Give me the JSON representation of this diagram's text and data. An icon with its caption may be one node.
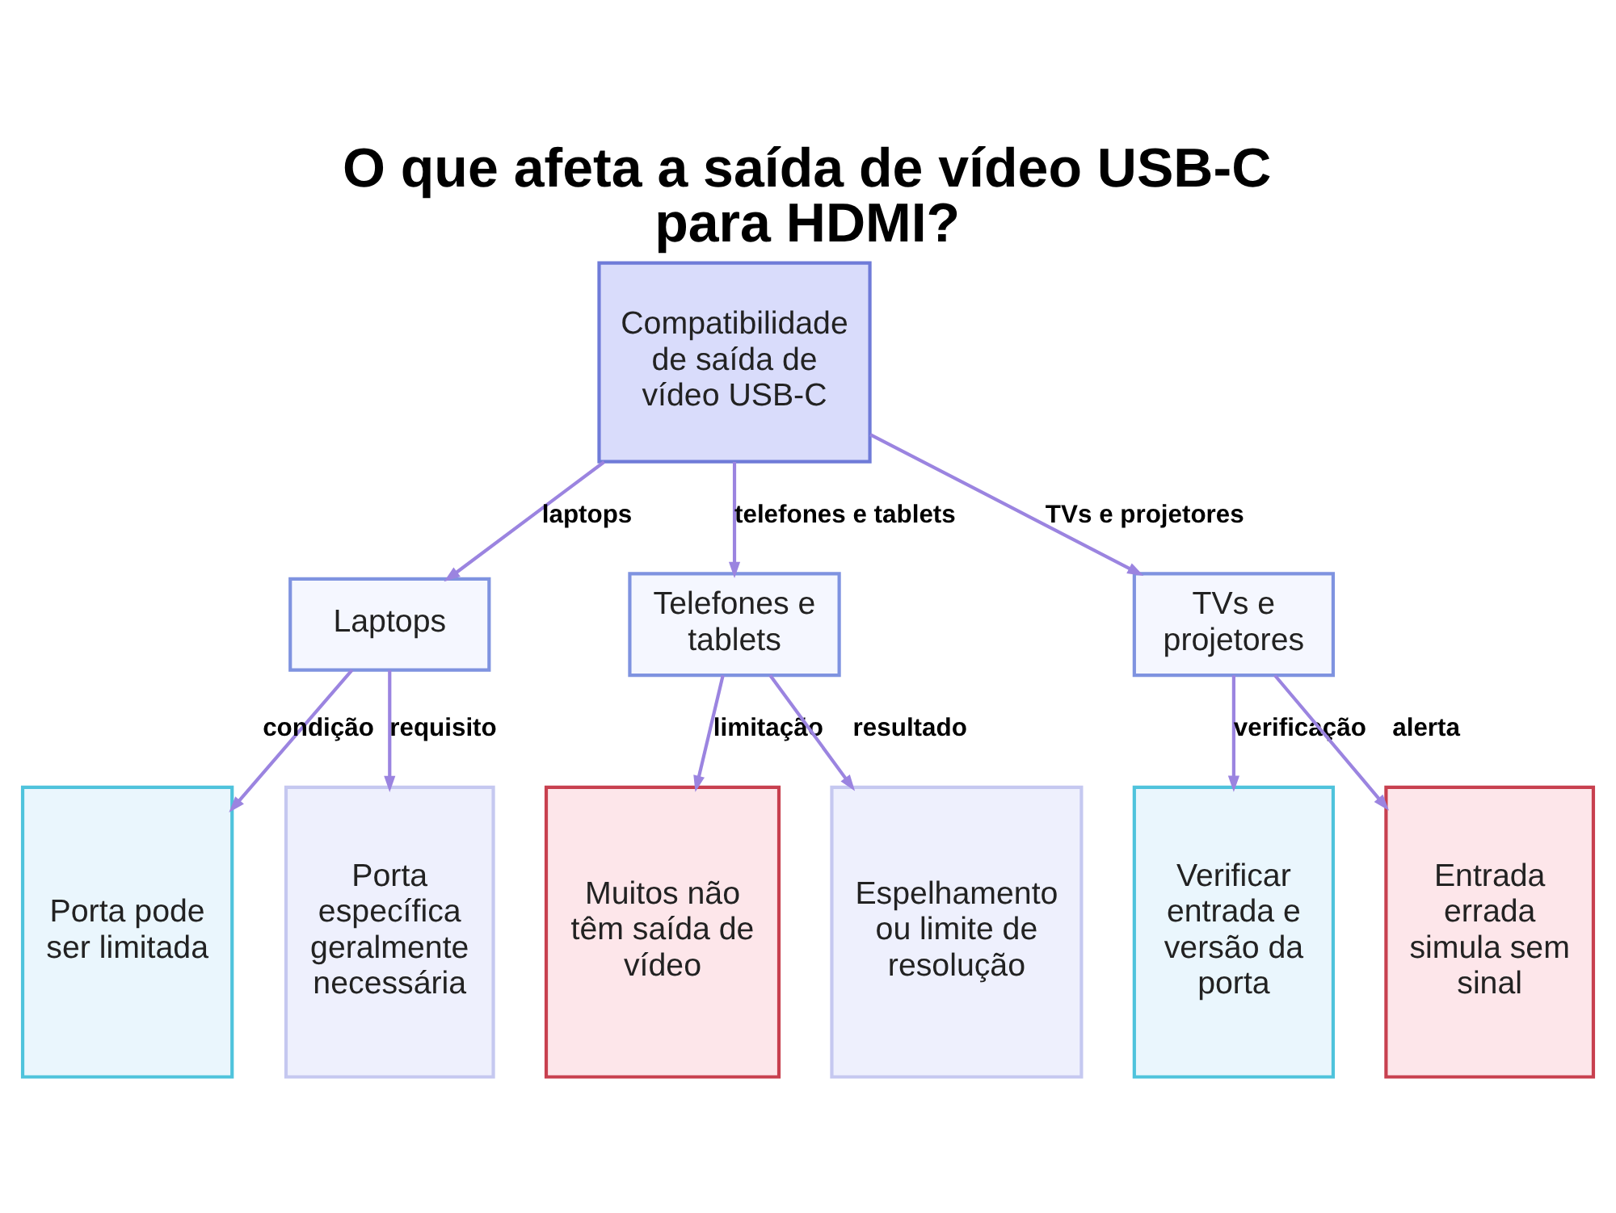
{
  "diagram": {
    "title": "O que afeta a saída de vídeo USB-C para HDMI?",
    "nodes": [
      {
        "text": [
          "Compatibilidade de saída de vídeo USB-C"
        ]
      },
      {
        "text": [
          "Laptops"
        ]
      },
      {
        "text": [
          "Telefones e tablets"
        ]
      },
      {
        "text": [
          "TVs e projetores"
        ]
      },
      {
        "text": [
          "Porta pode ser limitada"
        ]
      },
      {
        "text": [
          "Porta específica geralmente necessária"
        ]
      },
      {
        "text": [
          "Muitos não têm saída de vídeo"
        ]
      },
      {
        "text": [
          "Espelhamento ou limite de resolução"
        ]
      },
      {
        "text": [
          "Verificar entrada e versão da porta"
        ]
      },
      {
        "text": [
          "Entrada errada simula sem sinal"
        ]
      }
    ],
    "edges": [
      {
        "from": 0,
        "to": 1,
        "arrow": "to",
        "label": "laptops"
      },
      {
        "from": 0,
        "to": 2,
        "arrow": "to",
        "label": "telefones e tablets"
      },
      {
        "from": 0,
        "to": 3,
        "arrow": "to",
        "label": "TVs e projetores"
      },
      {
        "from": 1,
        "to": 4,
        "arrow": "to",
        "label": "condição"
      },
      {
        "from": 1,
        "to": 5,
        "arrow": "to",
        "label": "requisito"
      },
      {
        "from": 2,
        "to": 6,
        "arrow": "to",
        "label": "limitação"
      },
      {
        "from": 2,
        "to": 7,
        "arrow": "to",
        "label": "resultado"
      },
      {
        "from": 3,
        "to": 8,
        "arrow": "to",
        "label": "verificação"
      },
      {
        "from": 3,
        "to": 9,
        "arrow": "to",
        "label": "alerta"
      }
    ]
  }
}
